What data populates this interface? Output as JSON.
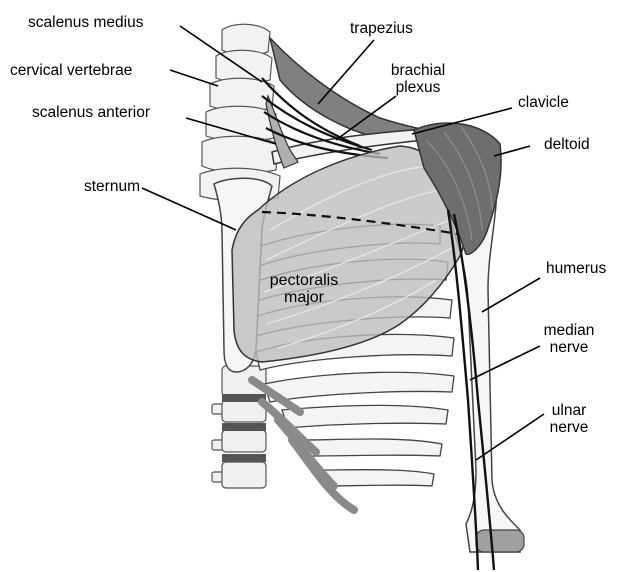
{
  "labels": {
    "scalenus_medius": "scalenus medius",
    "cervical_vertebrae": "cervical vertebrae",
    "scalenus_anterior": "scalenus anterior",
    "sternum": "sternum",
    "trapezius": "trapezius",
    "brachial_plexus_1": "brachial",
    "brachial_plexus_2": "plexus",
    "clavicle": "clavicle",
    "deltoid": "deltoid",
    "humerus": "humerus",
    "median_nerve_1": "median",
    "median_nerve_2": "nerve",
    "ulnar_nerve_1": "ulnar",
    "ulnar_nerve_2": "nerve",
    "pectoralis_major_1": "pectoralis",
    "pectoralis_major_2": "major"
  },
  "colors": {
    "outline": "#333333",
    "bone": "#f2f2f2",
    "muscle": "#bdbdbd",
    "deltoid": "#6e6e6e",
    "trapezius": "#808080",
    "disc": "#555555",
    "cartilage": "#9a9a9a",
    "nerve": "#111111"
  }
}
